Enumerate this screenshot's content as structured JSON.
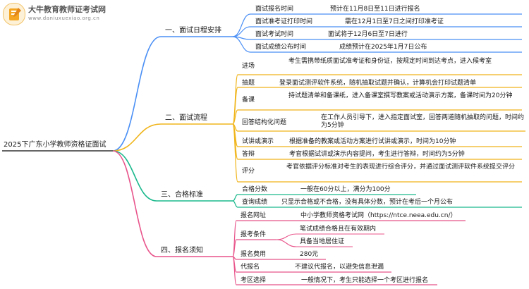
{
  "logo": {
    "title": "大牛教育教师证考试网",
    "subtitle": "www.daniuxuexiao.org.cn"
  },
  "root": "2025下广东小学教师资格证面试",
  "branches": [
    {
      "label": "一、面试日程安排",
      "color": "#4a8ff5",
      "items": [
        {
          "label": "面试报名时间",
          "detail": "预计在11月8日至11日进行报名"
        },
        {
          "label": "面试准考证打印时间",
          "detail": "需在12月1日至7日之间打印准考证"
        },
        {
          "label": "面试考试时间",
          "detail": "面试将于12月6日至7日进行"
        },
        {
          "label": "面试成绩公布时间",
          "detail": "成绩预计在2025年1月7日公布"
        }
      ]
    },
    {
      "label": "二、面试流程",
      "color": "#f0b51b",
      "items": [
        {
          "label": "进场",
          "detail": "考生需携带纸质面试准考证和身份证，按规定时间到达考点，进入候考室"
        },
        {
          "label": "抽题",
          "detail": "登录面试测评软件系统，随机抽取试题并确认，计算机会打印试题清单"
        },
        {
          "label": "备课",
          "detail": "持试题清单和备课纸，进入备课室撰写教案或活动演示方案，备课时间为20分钟"
        },
        {
          "label": "回答结构化问题",
          "detail": "在工作人员引导下，进入指定面试室，回答两道随机抽取的问题，时间约为5分钟"
        },
        {
          "label": "试讲或演示",
          "detail": "根据准备的教案或活动方案进行试讲或演示，时间为10分钟"
        },
        {
          "label": "答辩",
          "detail": "考官根据试讲或演示内容提问，考生进行答辩，时间约为5分钟"
        },
        {
          "label": "评分",
          "detail": "考官依据评分标准对考生的表现进行综合评分，并通过面试测评软件系统提交评分"
        }
      ]
    },
    {
      "label": "三、合格标准",
      "color": "#1ab88c",
      "items": [
        {
          "label": "合格分数",
          "detail": "一般在60分以上，满分为100分"
        },
        {
          "label": "查询成绩",
          "detail": "只显示合格或不合格，没有具体分数，预计在考后一个月公布"
        }
      ]
    },
    {
      "label": "四、报名须知",
      "color": "#e8548a",
      "items": [
        {
          "label": "报名网址",
          "detail": "中小学教师资格考试网（https://ntce.neea.edu.cn/）"
        },
        {
          "label": "报考条件",
          "details": [
            "笔试成绩合格且在有效期内",
            "具备当地居住证"
          ]
        },
        {
          "label": "报名费用",
          "detail": "280元"
        },
        {
          "label": "代报名",
          "detail": "不建议代报名，以避免信息泄漏"
        },
        {
          "label": "考区选择",
          "detail": "一般情况下，考生只能选择一个考区进行报名"
        }
      ]
    }
  ]
}
